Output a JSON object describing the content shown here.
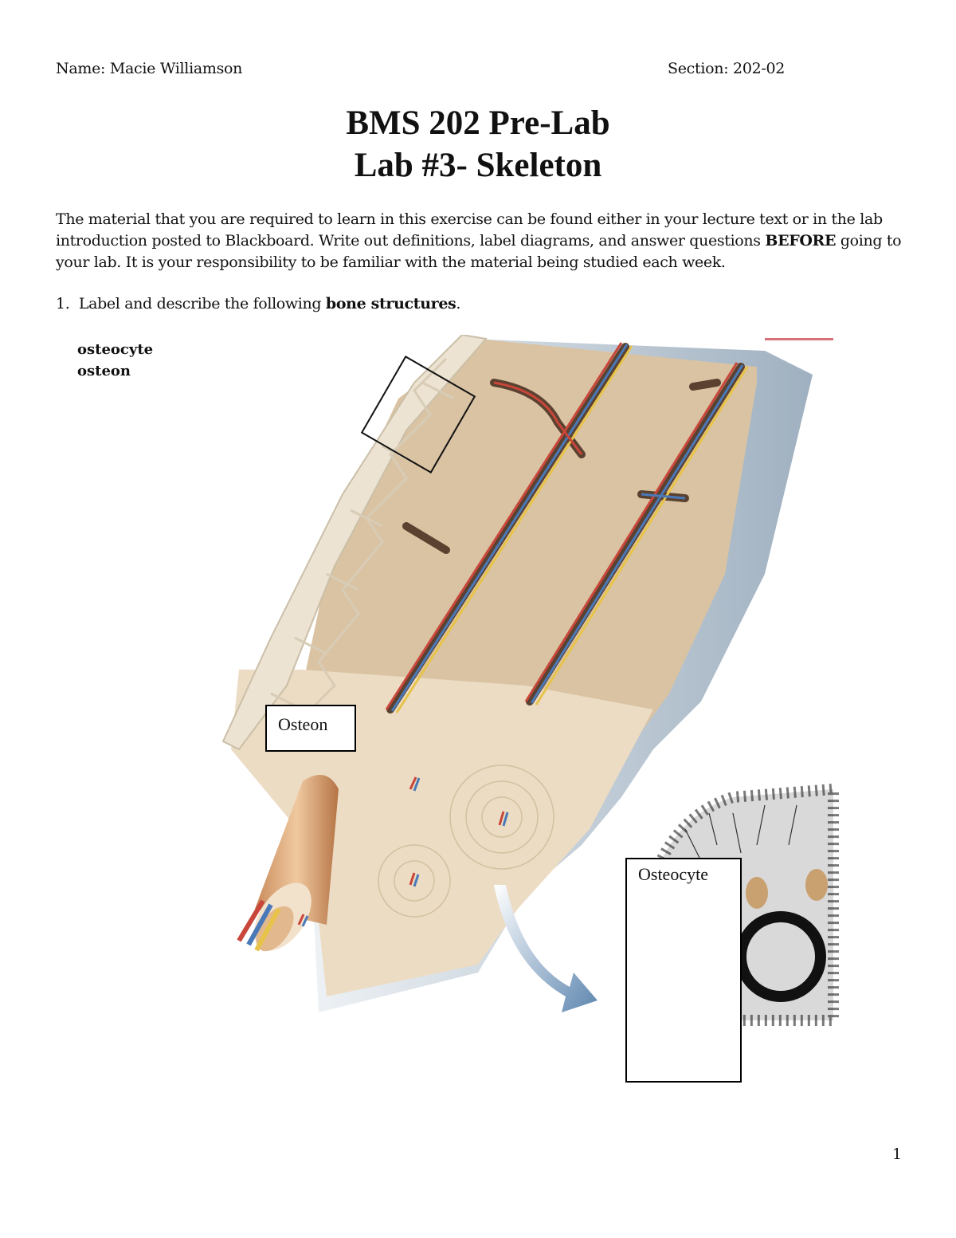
{
  "header": {
    "name": "Name: Macie Williamson",
    "section": "Section: 202-02"
  },
  "title": {
    "line1": "BMS 202 Pre-Lab",
    "line2": "Lab #3- Skeleton"
  },
  "intro": {
    "text_before_bold": "The material that you are required to learn in this exercise can be found either in your lecture text or in the lab introduction posted to Blackboard.  Write out definitions, label diagrams, and answer questions ",
    "bold": "BEFORE",
    "text_after_bold": " going to your lab.  It is your responsibility to be familiar with the material being studied each week."
  },
  "question1": {
    "number": "1.",
    "text": "Label and describe the following ",
    "bold": "bone structures",
    "end": ".",
    "terms": [
      "osteocyte",
      "osteon"
    ]
  },
  "diagram": {
    "labels": {
      "osteon": "Osteon",
      "osteocyte": "Osteocyte"
    },
    "colors": {
      "bone_matrix": "#d9c3a3",
      "spongy_bone": "#e8dcc8",
      "periosteum": "#c9d3dc",
      "artery": "#c8463a",
      "vein": "#4a79b8",
      "nerve": "#e8c34a",
      "arrow": "#6f93b8"
    }
  },
  "page_number": "1"
}
